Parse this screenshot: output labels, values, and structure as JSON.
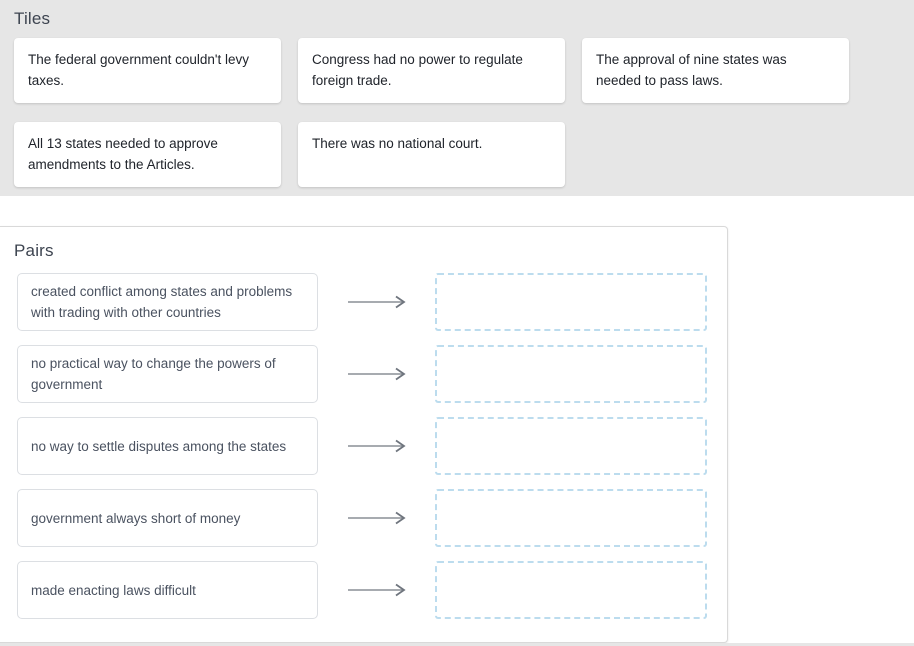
{
  "tiles": {
    "heading": "Tiles",
    "items": [
      "The federal government couldn't levy taxes.",
      "Congress had no power to regulate foreign trade.",
      "The approval of nine states was needed to pass laws.",
      "All 13 states needed to approve amendments to the Articles.",
      "There was no national court."
    ]
  },
  "pairs": {
    "heading": "Pairs",
    "arrow_icon": "arrow-right-icon",
    "rows": [
      {
        "source": "created conflict among states and problems with trading with other countries",
        "target": ""
      },
      {
        "source": "no practical way to change the powers of government",
        "target": ""
      },
      {
        "source": "no way to settle disputes among the states",
        "target": ""
      },
      {
        "source": "government always short of money",
        "target": ""
      },
      {
        "source": "made enacting laws difficult",
        "target": ""
      }
    ]
  },
  "colors": {
    "page_background": "#ffffff",
    "tiles_background": "#e6e6e6",
    "tile_card": "#ffffff",
    "heading_text": "#3d4450",
    "tile_text": "#20242b",
    "pair_text": "#4a5260",
    "pair_card_border": "#dcdfe3",
    "dropzone_border": "#bcdcee",
    "arrow": "#8a8f96"
  }
}
